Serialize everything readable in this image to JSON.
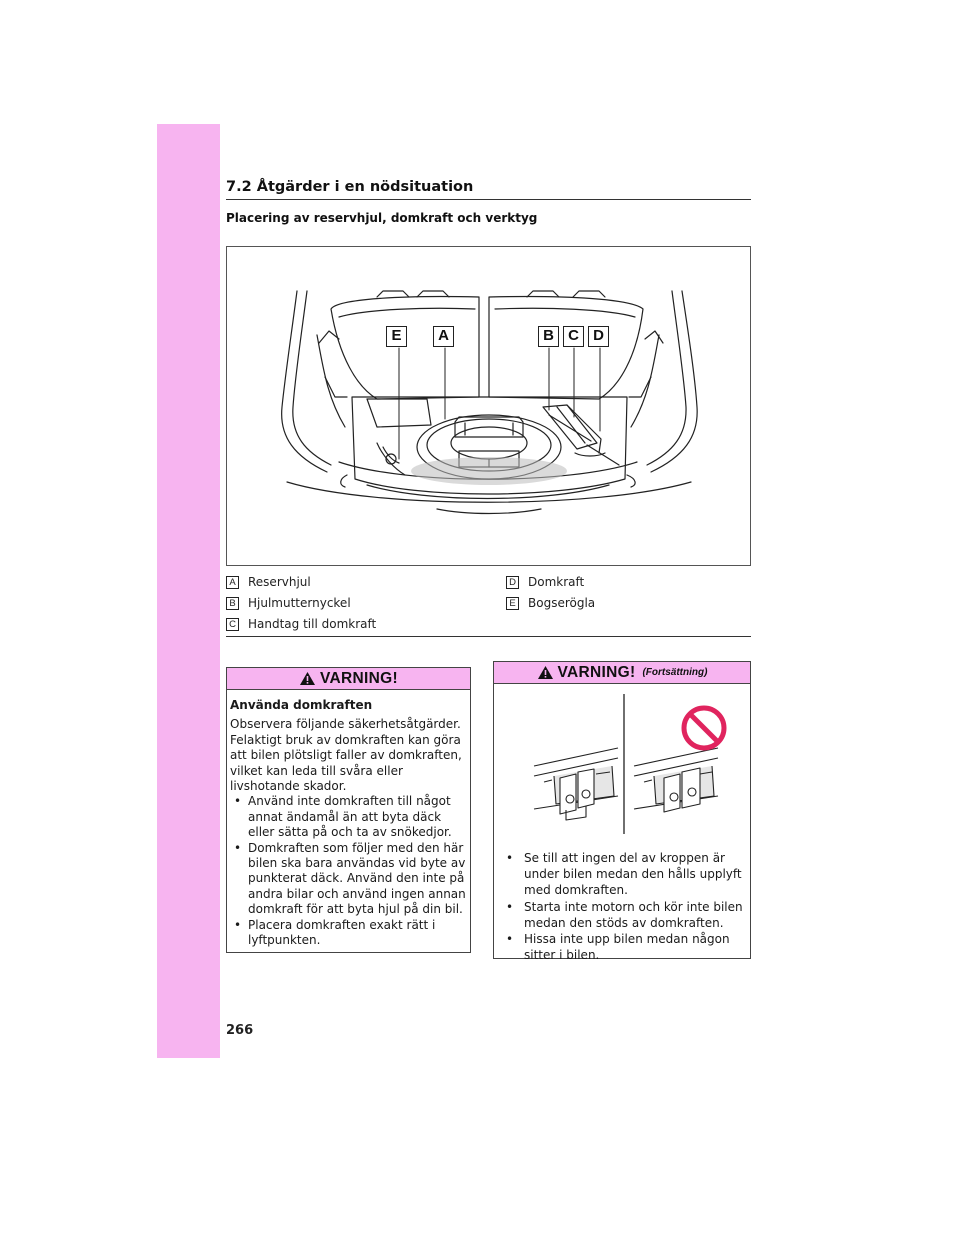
{
  "colors": {
    "accent": "#f7b4f0",
    "rule": "#333333",
    "prohibit": "#e0245e"
  },
  "header": {
    "section_title": "7.2  Åtgärder i en nödsituation",
    "sub_heading": "Placering av reservhjul, domkraft och verktyg"
  },
  "figure": {
    "callouts": [
      "E",
      "A",
      "B",
      "C",
      "D"
    ]
  },
  "legend": {
    "items": [
      {
        "key": "A",
        "label": "Reservhjul"
      },
      {
        "key": "B",
        "label": "Hjulmutternyckel"
      },
      {
        "key": "C",
        "label": "Handtag till domkraft"
      },
      {
        "key": "D",
        "label": "Domkraft"
      },
      {
        "key": "E",
        "label": "Bogserögla"
      }
    ]
  },
  "warning_left": {
    "label": "VARNING!",
    "icon": "warning-triangle-icon",
    "title": "Använda domkraften",
    "intro": "Observera följande säkerhetsåtgärder. Felaktigt bruk av domkraften kan göra att bilen plötsligt faller av domkraften, vilket kan leda till svåra eller livshotande skador.",
    "bullets": [
      "Använd inte domkraften till något annat ändamål än att byta däck eller sätta på och ta av snökedjor.",
      "Domkraften som följer med den här bilen ska bara användas vid byte av punkterat däck. Använd den inte på andra bilar och använd ingen annan domkraft för att byta hjul på din bil.",
      "Placera domkraften exakt rätt i lyftpunkten."
    ]
  },
  "warning_right": {
    "label": "VARNING!",
    "continued": "(Fortsättning)",
    "icon": "warning-triangle-icon",
    "prohibition_icon": "prohibited-icon",
    "bullets": [
      "Se till att ingen del av kroppen är under bilen medan den hålls upplyft med domkraften.",
      "Starta inte motorn och kör inte bilen medan den stöds av domkraften.",
      "Hissa inte upp bilen medan någon sitter i bilen."
    ]
  },
  "footer": {
    "page_number": "266"
  }
}
